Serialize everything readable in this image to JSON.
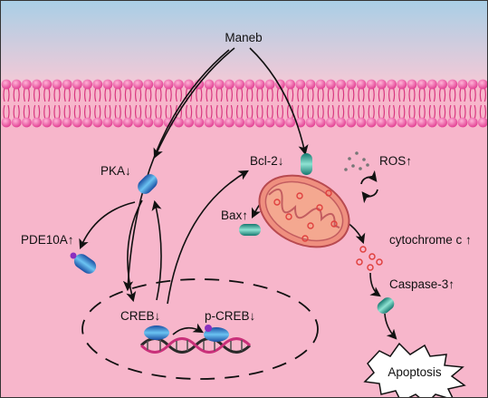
{
  "labels": {
    "maneb": "Maneb",
    "pka": "PKA↓",
    "pde10a": "PDE10A↑",
    "creb": "CREB↓",
    "pcreb": "p-CREB↓",
    "bcl2": "Bcl-2↓",
    "bax": "Bax↑",
    "ros": "ROS↑",
    "cytochrome_c": "cytochrome c ↑",
    "caspase3": "Caspase-3↑",
    "apoptosis": "Apoptosis"
  },
  "colors": {
    "extracellular_top": "#a9cfe6",
    "extracellular_bottom": "#f6c9d6",
    "cytoplasm": "#f7b6cb",
    "membrane_head": "#e8479a",
    "membrane_tail": "#d8367f",
    "mitochondrion_outer": "#ef8f7f",
    "mitochondrion_edge": "#b84a50",
    "protein_blue": "#2f7fcf",
    "protein_teal": "#2aa39a",
    "vesicle": "#e0413f"
  },
  "icons": {
    "pka": "protein-capsule-blue",
    "pde10a": "protein-capsule-blue",
    "creb": "protein-blob-blue",
    "pcreb": "phospho-protein-blob-blue",
    "bcl2": "protein-capsule-teal",
    "bax": "protein-capsule-teal",
    "caspase3": "protein-capsule-teal",
    "dna": "dna-double-helix",
    "mitochondrion": "mitochondrion",
    "ros": "particle-dots",
    "redox_cycle": "circular-arrows",
    "apoptosis": "starburst"
  }
}
